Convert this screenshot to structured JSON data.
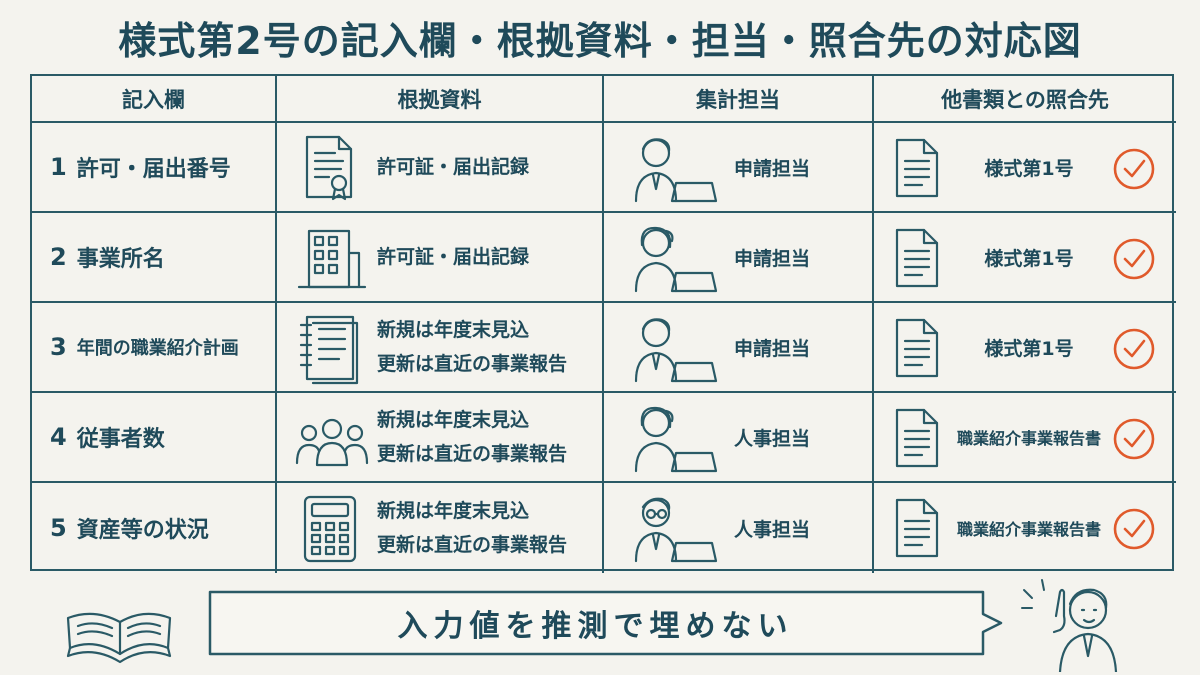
{
  "title": "様式第2号の記入欄・根拠資料・担当・照合先の対応図",
  "headers": [
    "記入欄",
    "根拠資料",
    "集計担当",
    "他書類との照合先"
  ],
  "rows": [
    {
      "num": "1",
      "field": "許可・届出番号",
      "source": [
        "許可証・届出記録"
      ],
      "source_icon": "certificate-icon",
      "owner": "申請担当",
      "owner_icon": "staff-man-icon",
      "check_doc": "様式第1号"
    },
    {
      "num": "2",
      "field": "事業所名",
      "source": [
        "許可証・届出記録"
      ],
      "source_icon": "building-icon",
      "owner": "申請担当",
      "owner_icon": "staff-woman-icon",
      "check_doc": "様式第1号"
    },
    {
      "num": "3",
      "field": "年間の職業紹介計画",
      "source": [
        "新規は年度末見込",
        "更新は直近の事業報告"
      ],
      "source_icon": "notebook-icon",
      "owner": "申請担当",
      "owner_icon": "staff-man-icon",
      "check_doc": "様式第1号"
    },
    {
      "num": "4",
      "field": "従事者数",
      "source": [
        "新規は年度末見込",
        "更新は直近の事業報告"
      ],
      "source_icon": "people-icon",
      "owner": "人事担当",
      "owner_icon": "staff-woman-icon",
      "check_doc": "職業紹介事業報告書"
    },
    {
      "num": "5",
      "field": "資産等の状況",
      "source": [
        "新規は年度末見込",
        "更新は直近の事業報告"
      ],
      "source_icon": "calculator-icon",
      "owner": "人事担当",
      "owner_icon": "staff-glasses-icon",
      "check_doc": "職業紹介事業報告書"
    }
  ],
  "banner": "入力値を推測で埋めない",
  "colors": {
    "ink": "#1f4a5a",
    "line": "#2a5a66",
    "accent": "#e05a2b",
    "background": "#f4f3ee"
  }
}
